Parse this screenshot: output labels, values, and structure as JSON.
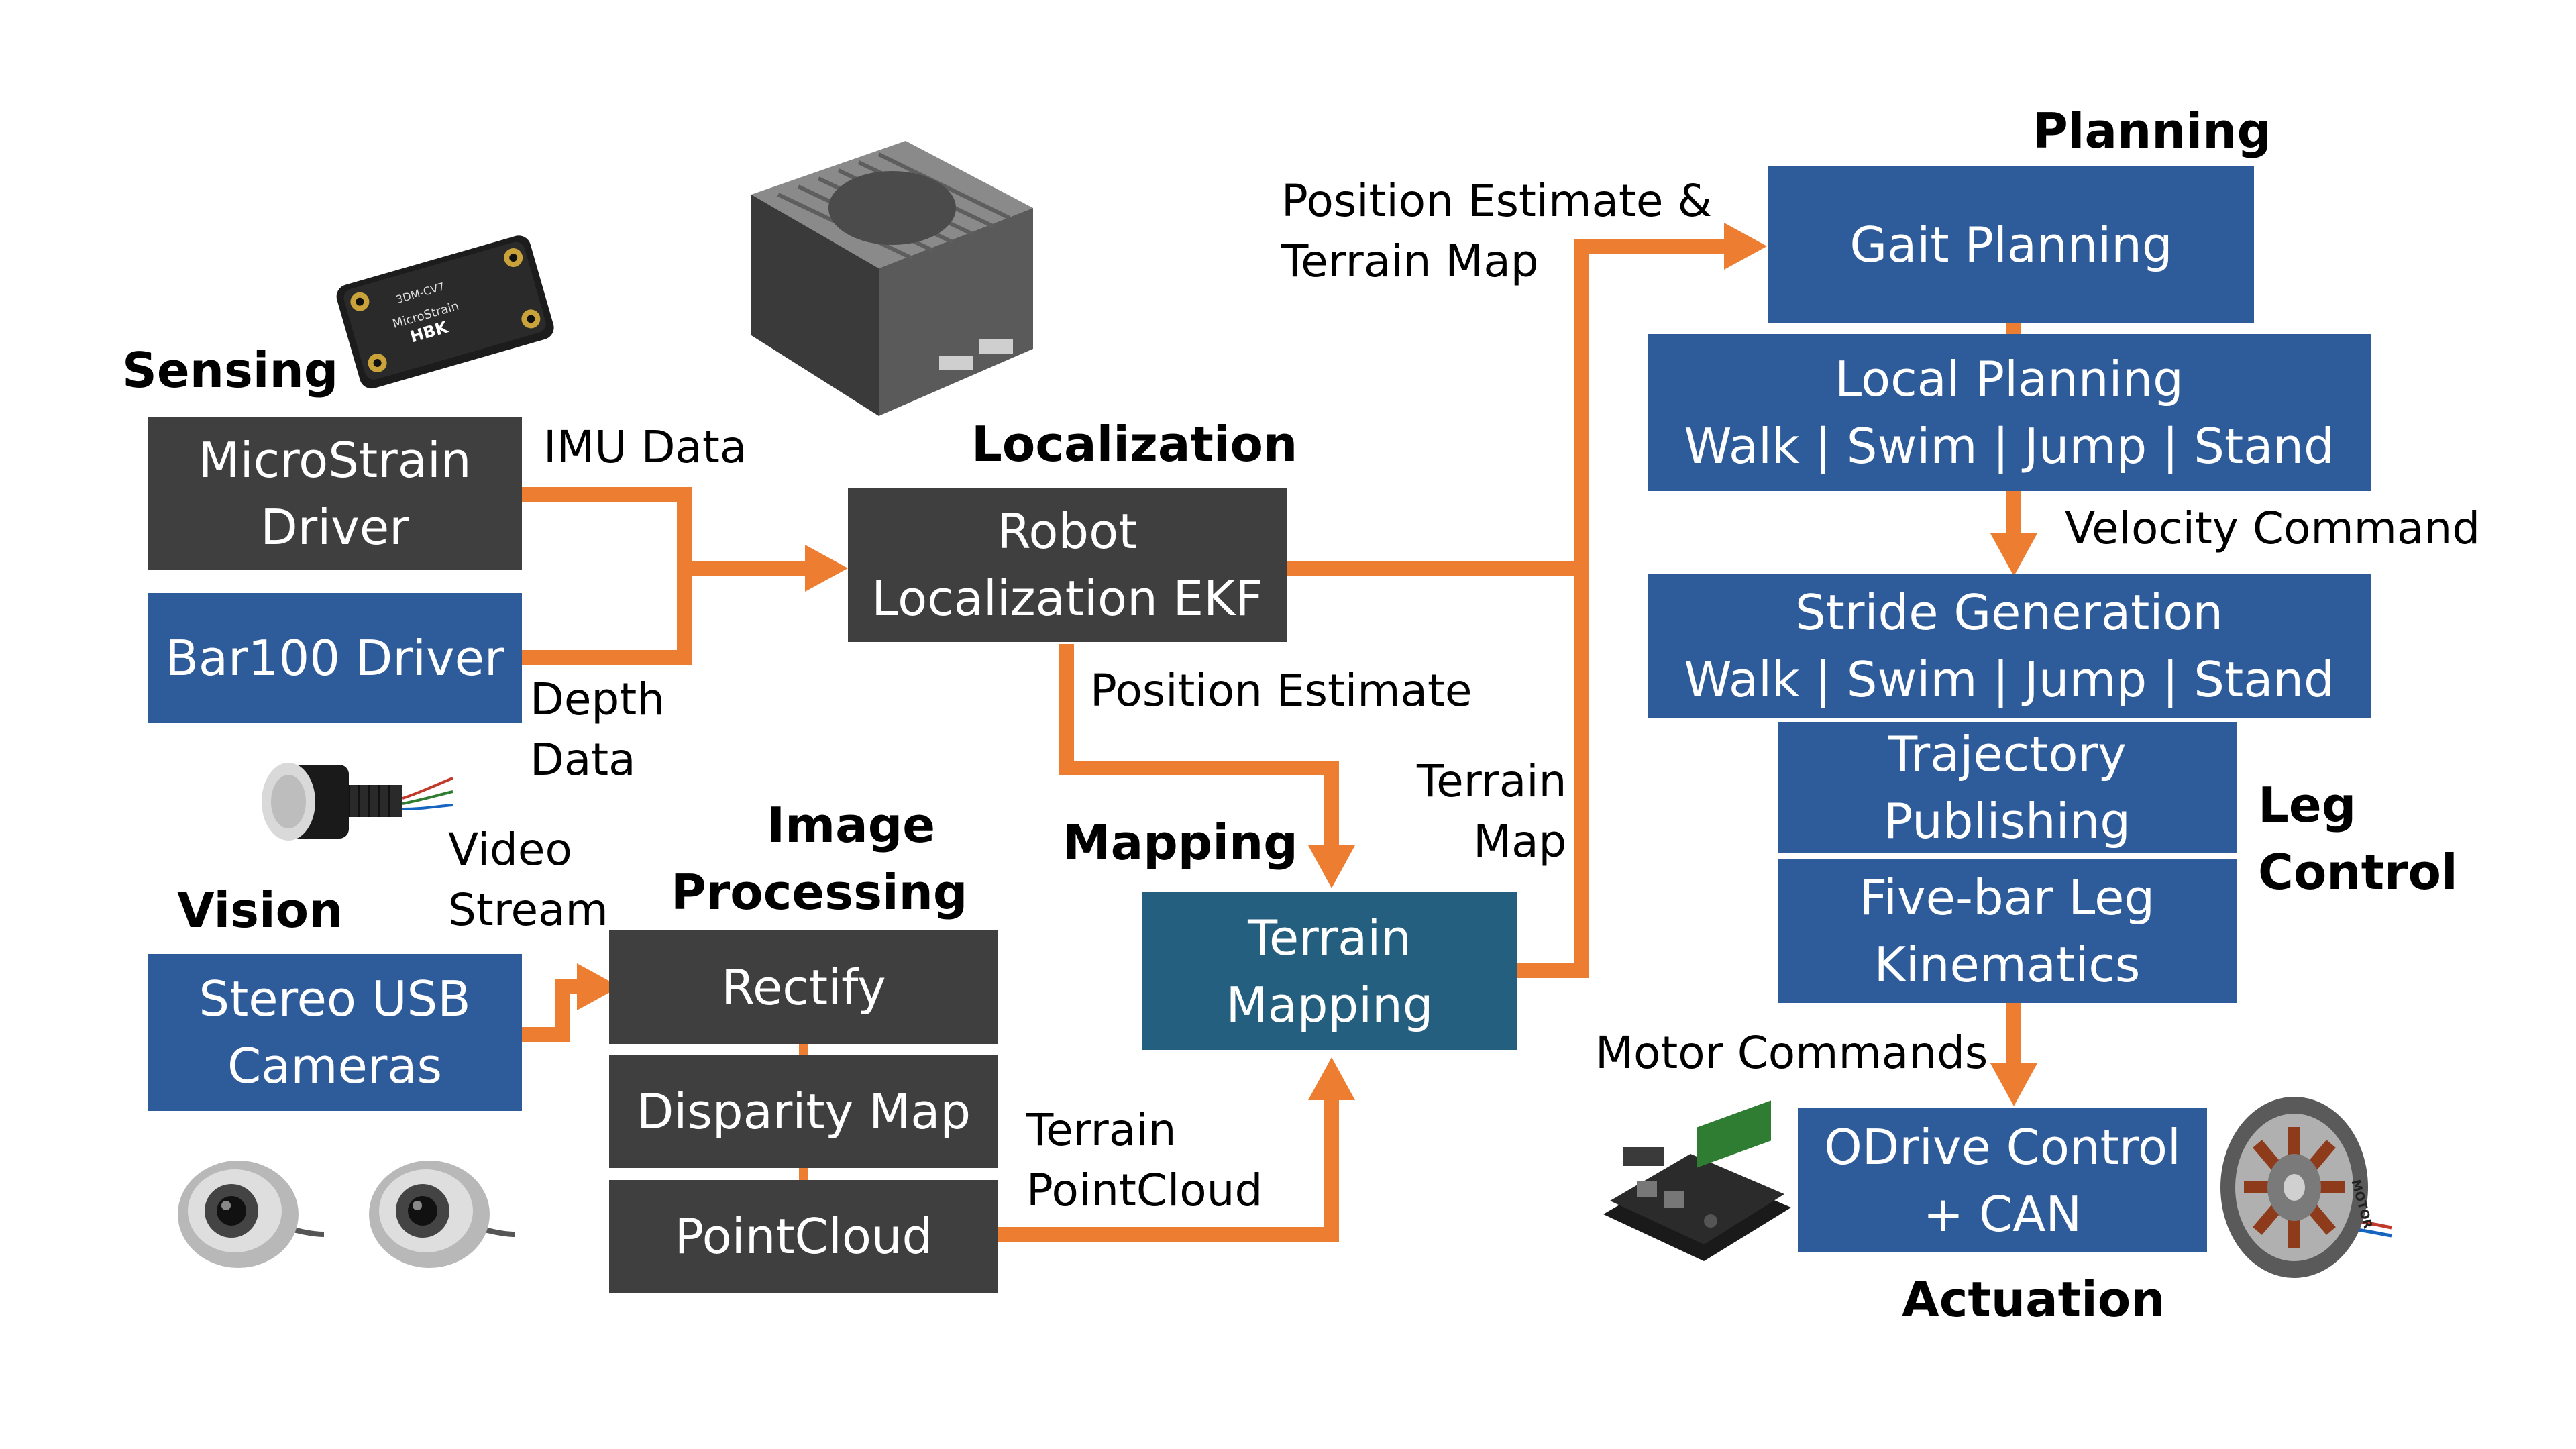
{
  "sections": {
    "sensing": "Sensing",
    "localization": "Localization",
    "planning": "Planning",
    "vision": "Vision",
    "image_processing": [
      "Image",
      "Processing"
    ],
    "mapping": "Mapping",
    "leg_control": [
      "Leg",
      "Control"
    ],
    "actuation": "Actuation"
  },
  "boxes": {
    "microstrain_driver": [
      "MicroStrain",
      "Driver"
    ],
    "bar100_driver": [
      "Bar100 Driver"
    ],
    "robot_localization": [
      "Robot",
      "Localization EKF"
    ],
    "gait_planning": [
      "Gait Planning"
    ],
    "local_planning": [
      "Local Planning",
      "Walk | Swim | Jump | Stand"
    ],
    "stride_generation": [
      "Stride Generation",
      "Walk | Swim | Jump | Stand"
    ],
    "trajectory_publishing": [
      "Trajectory",
      "Publishing"
    ],
    "five_bar_leg": [
      "Five-bar Leg",
      "Kinematics"
    ],
    "odrive_control": [
      "ODrive Control",
      "+ CAN"
    ],
    "stereo_usb": [
      "Stereo USB",
      "Cameras"
    ],
    "rectify": [
      "Rectify"
    ],
    "disparity_map": [
      "Disparity Map"
    ],
    "pointcloud": [
      "PointCloud"
    ],
    "terrain_mapping": [
      "Terrain",
      "Mapping"
    ]
  },
  "edge_labels": {
    "imu_data": [
      "IMU Data"
    ],
    "depth_data": [
      "Depth",
      "Data"
    ],
    "video_stream": [
      "Video",
      "Stream"
    ],
    "position_estimate_terrain_map": [
      "Position Estimate &",
      "Terrain Map"
    ],
    "position_estimate": [
      "Position Estimate"
    ],
    "terrain_map": [
      "Terrain",
      "Map"
    ],
    "velocity_command": [
      "Velocity Command"
    ],
    "motor_commands": [
      "Motor Commands"
    ],
    "terrain_pointcloud": [
      "Terrain",
      "PointCloud"
    ]
  },
  "images": {
    "imu_sensor": {
      "icon": "imu-board-icon",
      "text": [
        "3DM-CV7",
        "MicroStrain",
        "HBK"
      ]
    },
    "compute_unit": {
      "icon": "compute-box-icon"
    },
    "depth_sensor": {
      "icon": "pressure-sensor-icon"
    },
    "camera_left": {
      "icon": "camera-icon"
    },
    "camera_right": {
      "icon": "camera-icon"
    },
    "motor_driver_board": {
      "icon": "odrive-board-icon"
    },
    "bldc_motor": {
      "icon": "motor-icon",
      "text": [
        "MOTOR"
      ]
    }
  },
  "colors": {
    "arrow": "#ed7d31",
    "dark_box": "#3f3f3f",
    "blue_box": "#2e5b9a",
    "teal_box": "#245f7f"
  }
}
